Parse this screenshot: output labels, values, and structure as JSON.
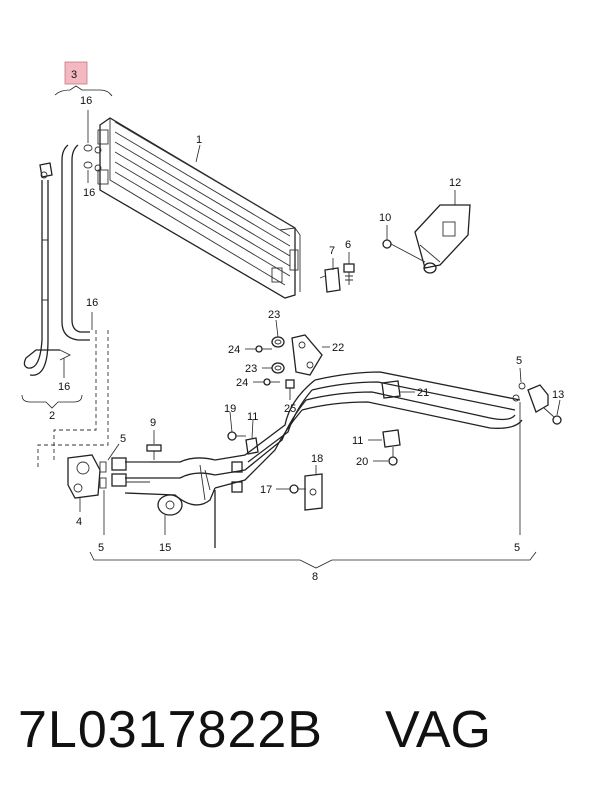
{
  "caption": {
    "part_number": "7L0317822B",
    "brand": "VAG"
  },
  "highlight_color": "#f4b8c0",
  "callouts": {
    "c3": "3",
    "c16a": "16",
    "c16b": "16",
    "c16c": "16",
    "c16d": "16",
    "c1": "1",
    "c2": "2",
    "c4": "4",
    "c5a": "5",
    "c5b": "5",
    "c5c": "5",
    "c5d": "5",
    "c6": "6",
    "c7": "7",
    "c8": "8",
    "c9": "9",
    "c10": "10",
    "c11a": "11",
    "c11b": "11",
    "c12": "12",
    "c13": "13",
    "c15": "15",
    "c17": "17",
    "c18": "18",
    "c19": "19",
    "c20": "20",
    "c21": "21",
    "c22": "22",
    "c23a": "23",
    "c23b": "23",
    "c24a": "24",
    "c24b": "24",
    "c25": "25"
  }
}
